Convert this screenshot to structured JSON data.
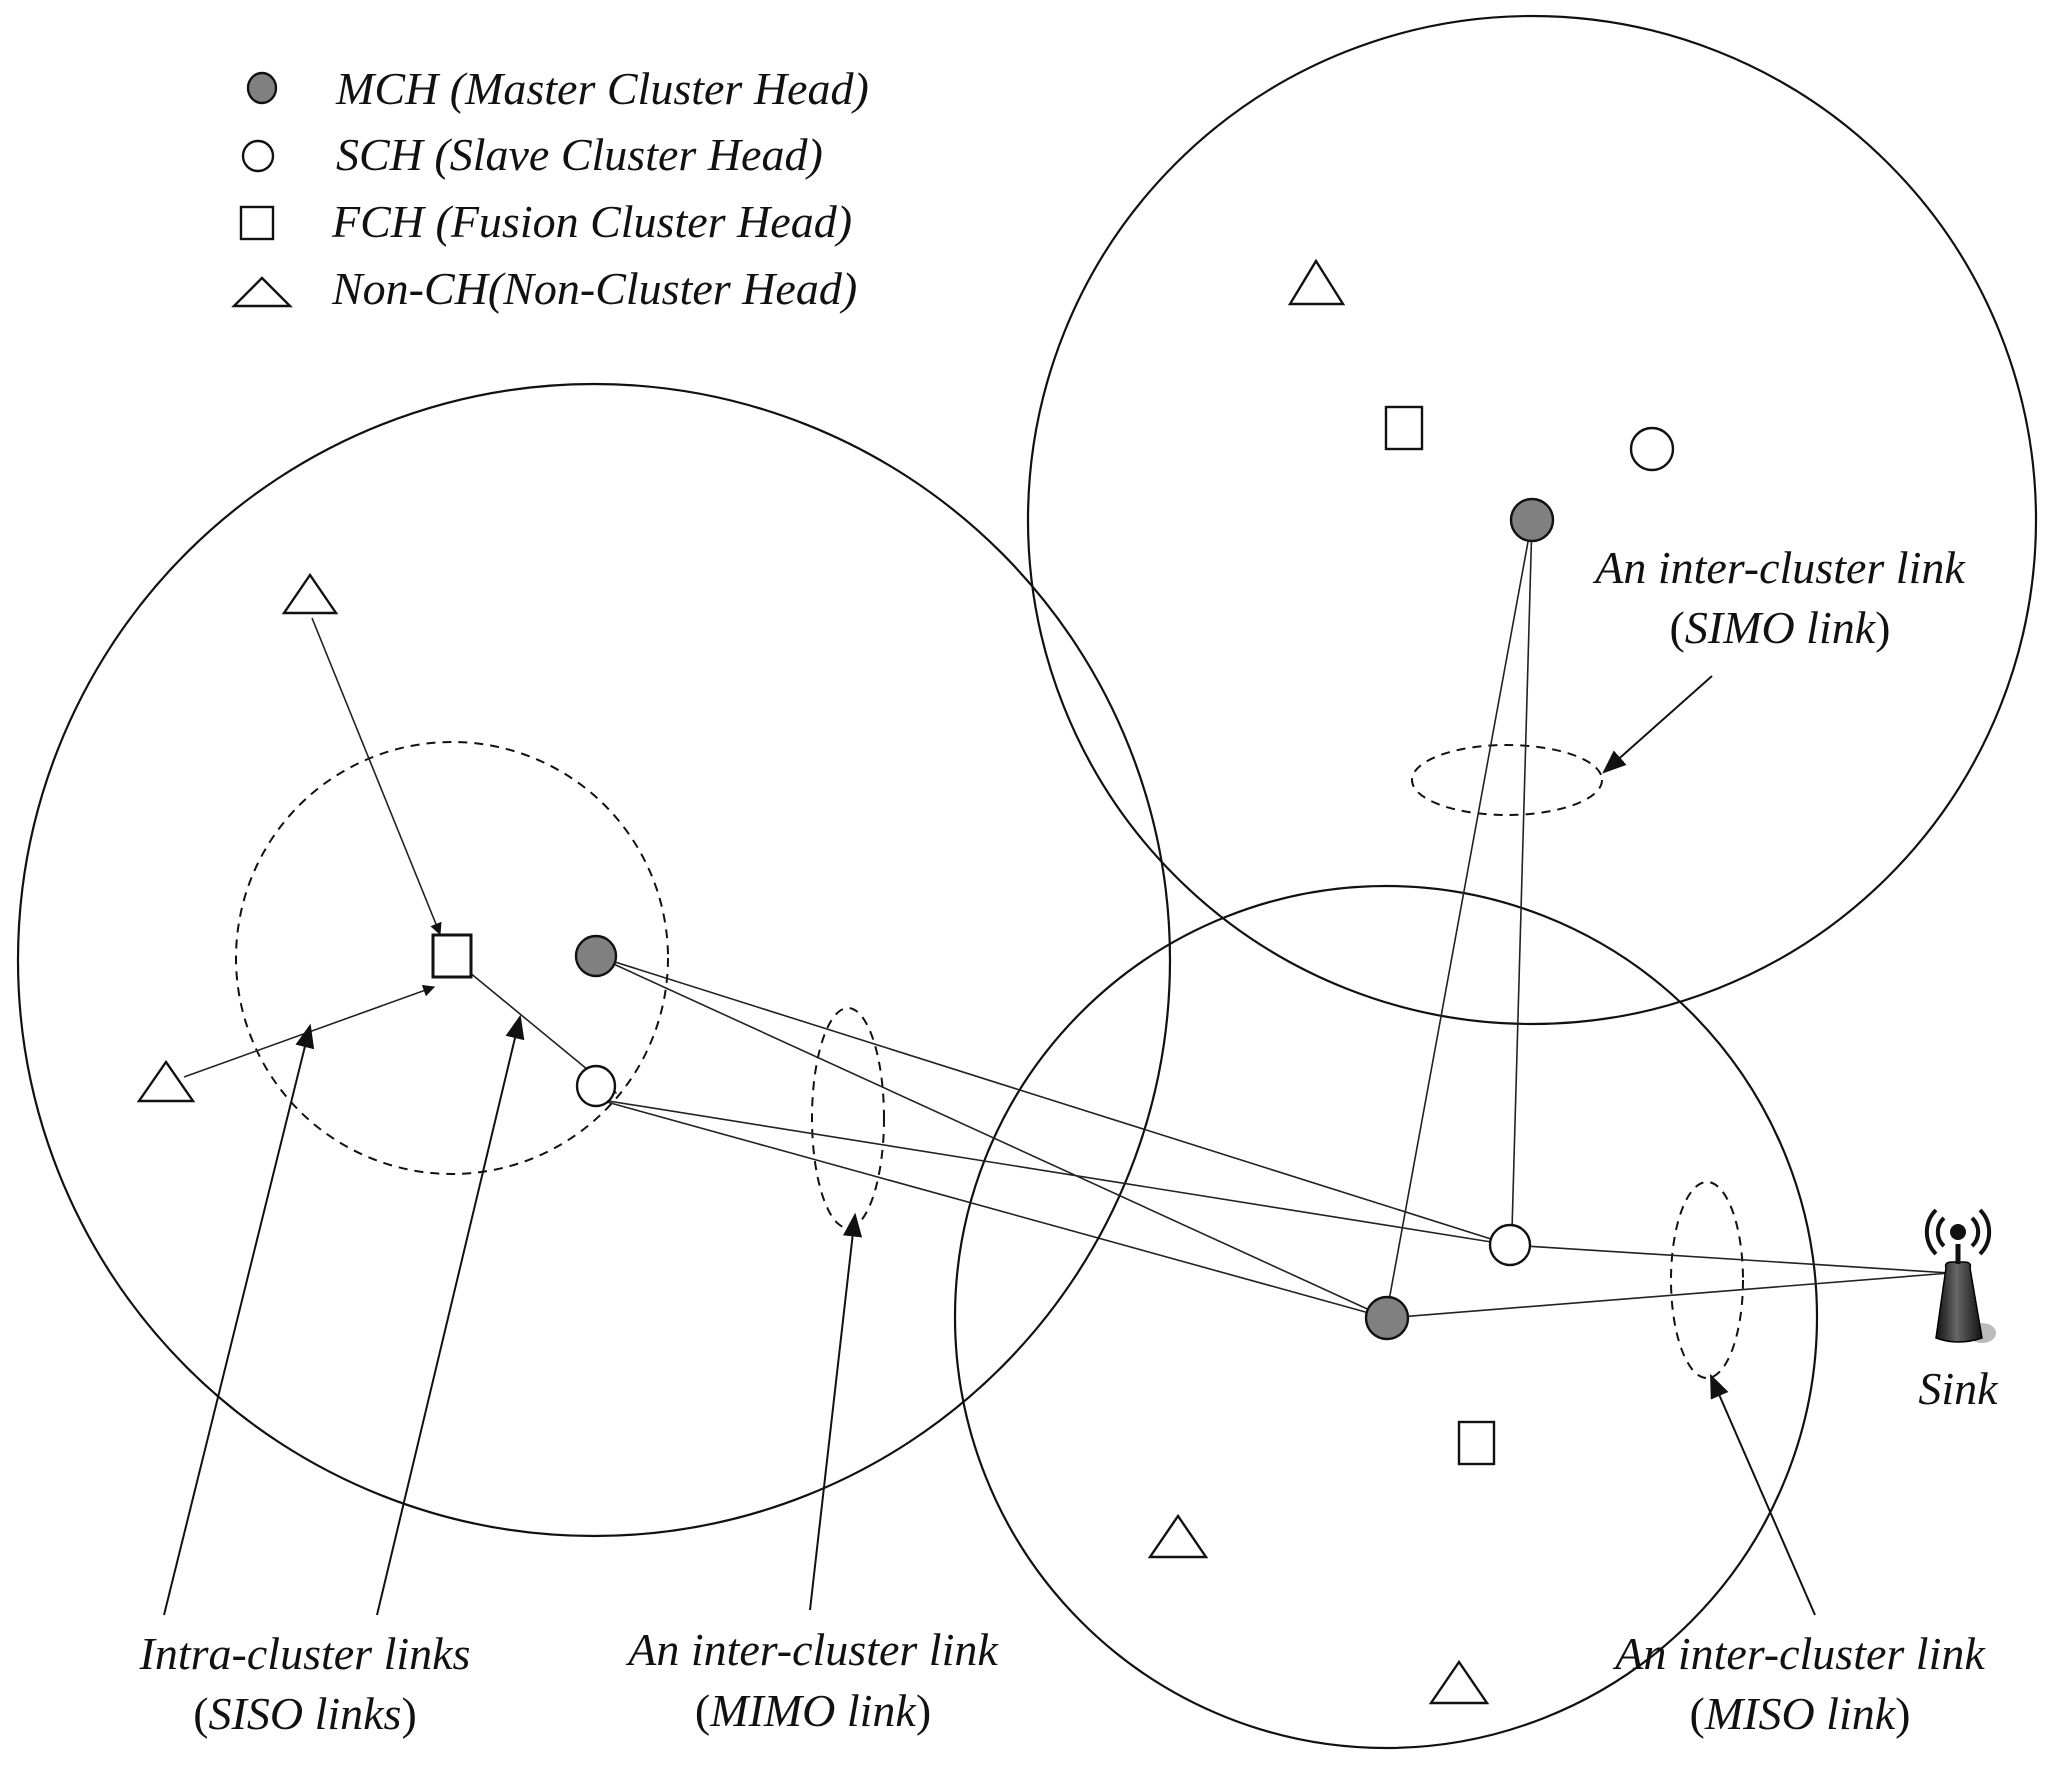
{
  "legend": {
    "items": [
      {
        "symbol": "filled-circle",
        "abbr": "MCH",
        "text": "(Master Cluster Head)"
      },
      {
        "symbol": "open-circle",
        "abbr": "SCH",
        "text": "(Slave Cluster Head)"
      },
      {
        "symbol": "open-square",
        "abbr": "FCH",
        "text": "(Fusion Cluster Head)"
      },
      {
        "symbol": "open-triangle",
        "abbr": "",
        "text": "Non-CH(Non-Cluster Head)"
      }
    ]
  },
  "annotations": {
    "simo": {
      "line1": "An inter-cluster link",
      "line2_open": "(",
      "line2_italic": "SIMO link",
      "line2_close": ")"
    },
    "siso": {
      "line1": "Intra-cluster links",
      "line2_open": "(",
      "line2_italic": "SISO links",
      "line2_close": ")"
    },
    "mimo": {
      "line1": "An inter-cluster link",
      "line2_open": "(",
      "line2_italic": "MIMO link",
      "line2_close": ")"
    },
    "miso": {
      "line1": "An inter-cluster link",
      "line2_open": "(",
      "line2_italic": "MISO link",
      "line2_close": ")"
    }
  },
  "sink": {
    "label": "Sink",
    "icon": "antenna-tower-icon"
  },
  "colors": {
    "mch_fill": "#808080",
    "line": "#111111",
    "background": "#ffffff"
  }
}
